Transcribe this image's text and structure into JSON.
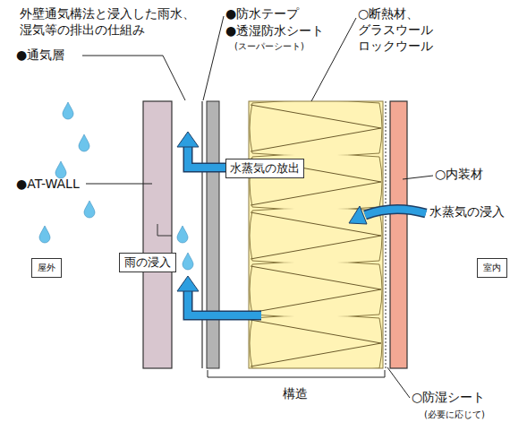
{
  "diagram": {
    "title": "外壁通気構法と浸入した雨水、 湿気等の排出の仕組み",
    "nodes": [
      {
        "text": [
          "水蒸気の放出"
        ]
      },
      {
        "text": [
          "雨の浸入"
        ]
      },
      {
        "text": [
          "屋外"
        ]
      },
      {
        "text": [
          "室内"
        ]
      }
    ],
    "labels": [
      "●通気層",
      "●防水テープ",
      "●透湿防水シート",
      "(スーパーシート)",
      "○断熱材、 グラスウール ロックウール",
      "●AT-WALL",
      "水蒸気の浸入",
      "○内装材",
      "構造",
      "○防湿シート",
      "(必要に応じて)"
    ]
  }
}
